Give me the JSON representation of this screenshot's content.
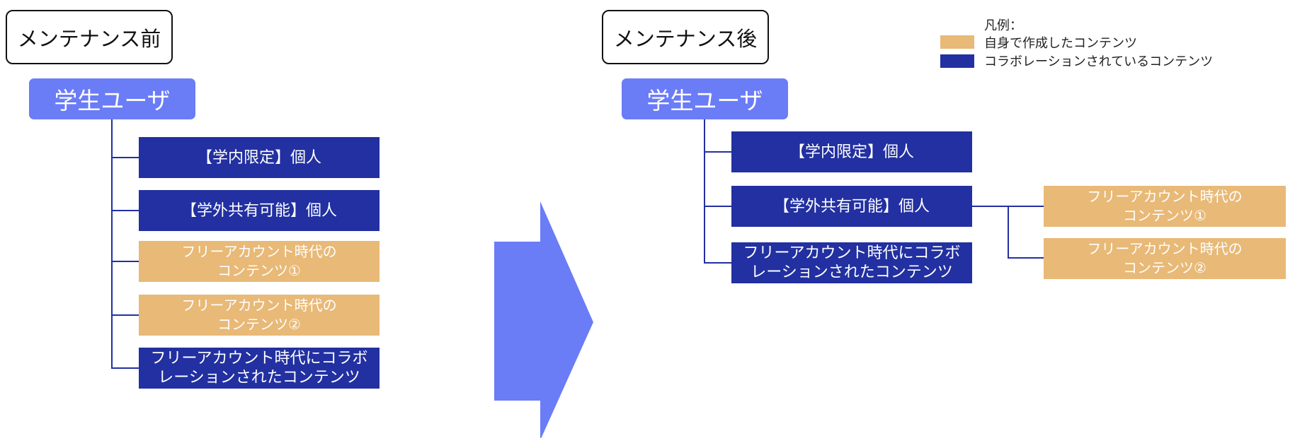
{
  "colors": {
    "root": "#6b7cf7",
    "collab": "#2230a1",
    "self": "#e8b977",
    "arrow": "#6b7cf7"
  },
  "legend": {
    "title": "凡例：",
    "items": [
      {
        "label": "自身で作成したコンテンツ",
        "color": "#e8b977"
      },
      {
        "label": "コラボレーションされているコンテンツ",
        "color": "#2230a1"
      }
    ]
  },
  "before": {
    "title": "メンテナンス前",
    "root": "学生ユーザ",
    "nodes": [
      {
        "label": "【学内限定】個人",
        "kind": "collab"
      },
      {
        "label": "【学外共有可能】個人",
        "kind": "collab"
      },
      {
        "label": "フリーアカウント時代の\nコンテンツ①",
        "kind": "self"
      },
      {
        "label": "フリーアカウント時代の\nコンテンツ②",
        "kind": "self"
      },
      {
        "label": "フリーアカウント時代にコラボ\nレーションされたコンテンツ",
        "kind": "collab"
      }
    ]
  },
  "after": {
    "title": "メンテナンス後",
    "root": "学生ユーザ",
    "nodes": [
      {
        "label": "【学内限定】個人",
        "kind": "collab"
      },
      {
        "label": "【学外共有可能】個人",
        "kind": "collab"
      },
      {
        "label": "フリーアカウント時代にコラボ\nレーションされたコンテンツ",
        "kind": "collab"
      }
    ],
    "children_of_external": [
      {
        "label": "フリーアカウント時代の\nコンテンツ①",
        "kind": "self"
      },
      {
        "label": "フリーアカウント時代の\nコンテンツ②",
        "kind": "self"
      }
    ]
  }
}
